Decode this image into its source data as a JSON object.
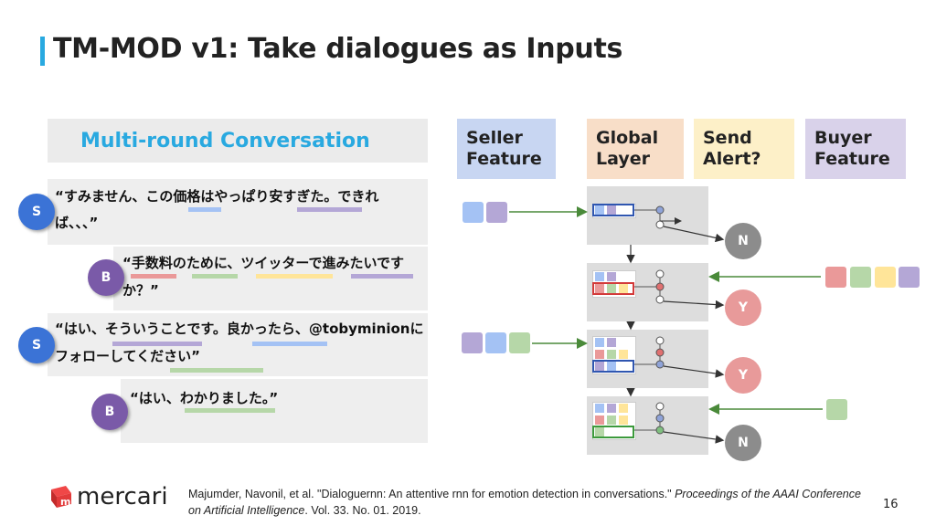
{
  "slide": {
    "title": "TM-MOD v1: Take dialogues as Inputs",
    "page_number": "16",
    "accent_color": "#29a9e0"
  },
  "conversation": {
    "header": "Multi-round Conversation",
    "messages": [
      {
        "speaker": "S",
        "line1": "“すみません、この価格はやっぱり安すぎた。できれ",
        "line2": "ば、、、”"
      },
      {
        "speaker": "B",
        "line1": "“手数料のために、ツイッターで進みたいです",
        "line2": "か？”"
      },
      {
        "speaker": "S",
        "line1": "“はい、そういうことです。良かったら、@tobyminionに",
        "line2": "フォローしてください”"
      },
      {
        "speaker": "B",
        "line1": "“はい、わかりました。”",
        "line2": ""
      }
    ],
    "speaker_colors": {
      "S": "#3b73d6",
      "B": "#7a5aa8"
    }
  },
  "columns": {
    "seller": "Seller\nFeature",
    "global": "Global\nLayer",
    "send": "Send\nAlert?",
    "buyer": "Buyer\nFeature"
  },
  "column_colors": {
    "seller": "#c8d6f2",
    "global": "#f8dec8",
    "send": "#fdf0c8",
    "buyer": "#d9d2ea"
  },
  "alerts": [
    "N",
    "Y",
    "Y",
    "N"
  ],
  "alert_colors": {
    "N": "#8c8c8c",
    "Y": "#e89a9a"
  },
  "feature_colors": {
    "blue": "#a4c2f4",
    "purple": "#b4a7d6",
    "red": "#ea9999",
    "green": "#b6d7a8",
    "yellow": "#ffe599"
  },
  "citation": {
    "authors": "Majumder, Navonil, et al. \"Dialoguernn: An attentive rnn for emotion detection in conversations.\"",
    "venue": "Proceedings of the AAAI Conference on Artificial Intelligence",
    "rest": ". Vol. 33. No. 01. 2019."
  },
  "logo": {
    "text": "mercari",
    "icon": "mercari-box-icon",
    "mark": "m"
  }
}
